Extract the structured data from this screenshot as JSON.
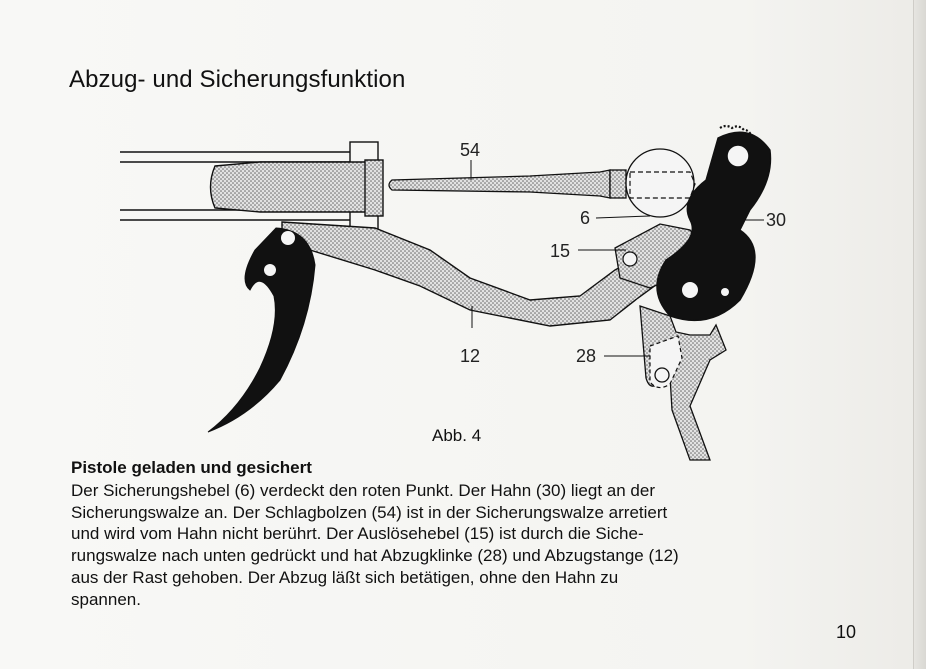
{
  "page": {
    "title": "Abzug- und Sicherungsfunktion",
    "page_number": "10"
  },
  "figure": {
    "caption": "Abb. 4",
    "callouts": {
      "striker": "54",
      "safety_lever": "6",
      "hammer": "30",
      "trip_lever": "15",
      "trigger_bar": "12",
      "sear": "28"
    }
  },
  "section": {
    "heading": "Pistole geladen und gesichert",
    "lines": [
      "Der Sicherungshebel (6) verdeckt den roten Punkt. Der Hahn (30) liegt an der",
      "Sicherungswalze an. Der Schlagbolzen (54) ist in der Sicherungswalze arretiert",
      "und wird vom Hahn nicht berührt. Der Auslösehebel (15) ist durch die Siche-",
      "rungswalze nach unten gedrückt und hat Abzugklinke (28) und Abzugstange (12)",
      "aus der Rast gehoben. Der Abzug läßt sich betätigen, ohne den Hahn zu",
      "spannen."
    ]
  },
  "colors": {
    "ink": "#111111",
    "stipple_fill": "#bdbdbd",
    "paper": "#f7f6f3"
  }
}
